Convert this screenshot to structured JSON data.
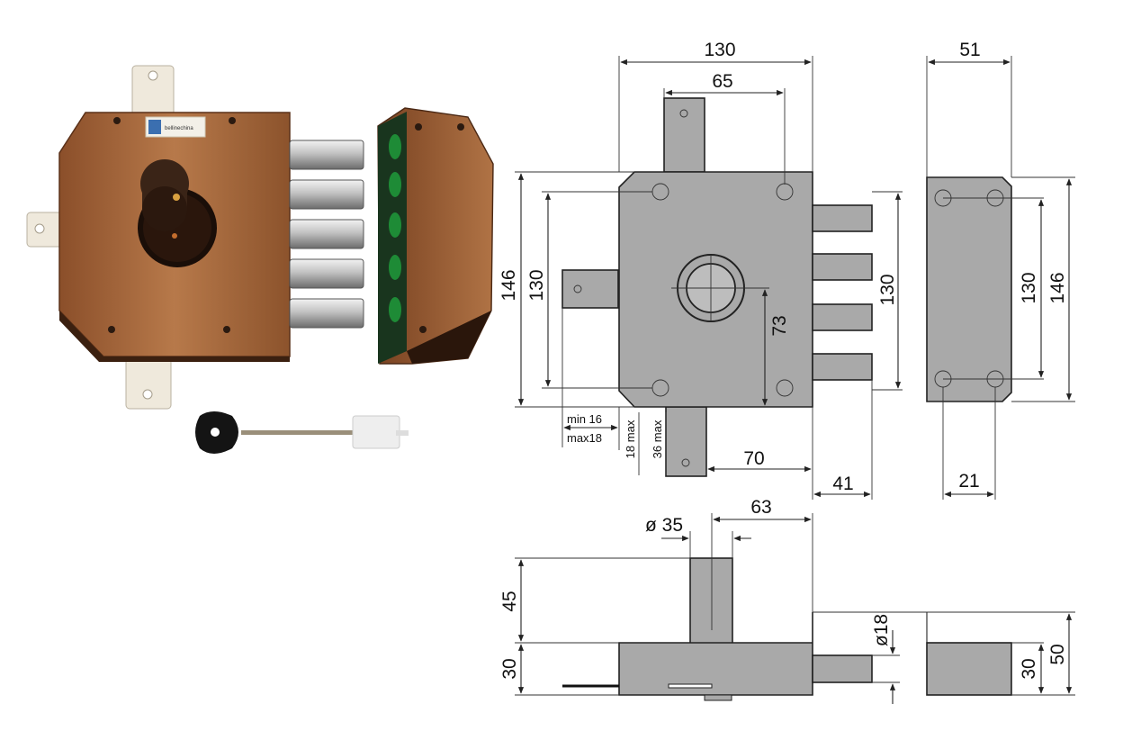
{
  "photo": {
    "logo_brand": "bellinechina",
    "colors": {
      "case": "#a6693e",
      "case_dark": "#6e3d1e",
      "bolt": "#bdbdbd",
      "plate": "#efe9dc",
      "rubber": "#1d8a34"
    }
  },
  "drawing": {
    "front_view": {
      "width": "130",
      "lever_offset": "65",
      "overall_height": "146",
      "hole_spacing": "130",
      "cylinder_center_height": "73",
      "bolt_span": "130",
      "bottom_lever_offset": "70",
      "bolt_projection": "41",
      "backset_min": "min 16",
      "backset_max": "max18",
      "bolt_throw_max": "18 max",
      "plate_max": "36 max"
    },
    "keeper_view": {
      "width": "51",
      "hole_spacing": "130",
      "height": "146",
      "hole_inset": "21"
    },
    "bottom_view": {
      "cylinder_diameter": "ø 35",
      "cylinder_offset": "63",
      "cylinder_projection": "45",
      "case_depth": "30",
      "bolt_diameter": "ø18"
    },
    "keeper_side_view": {
      "depth": "30",
      "height": "50"
    },
    "colors": {
      "part_fill": "#a9a9a9",
      "line": "#222222"
    }
  }
}
